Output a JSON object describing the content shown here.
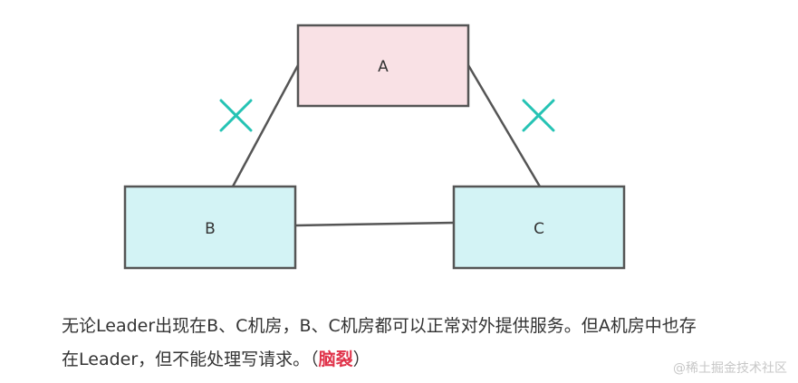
{
  "nodes": {
    "a": {
      "label": "A"
    },
    "b": {
      "label": "B"
    },
    "c": {
      "label": "C"
    }
  },
  "caption": {
    "line1": "无论Leader出现在B、C机房，B、C机房都可以正常对外提供服务。但A机房中也存",
    "line2_pre": "在Leader，但不能处理写请求。（",
    "line2_highlight": "脑裂",
    "line2_post": "）"
  },
  "watermark": "@稀土掘金技术社区",
  "colors": {
    "node_a_fill": "#f9e1e5",
    "node_bc_fill": "#d3f3f5",
    "border": "#555555",
    "cross": "#25c3b4",
    "highlight": "#e0334a"
  }
}
